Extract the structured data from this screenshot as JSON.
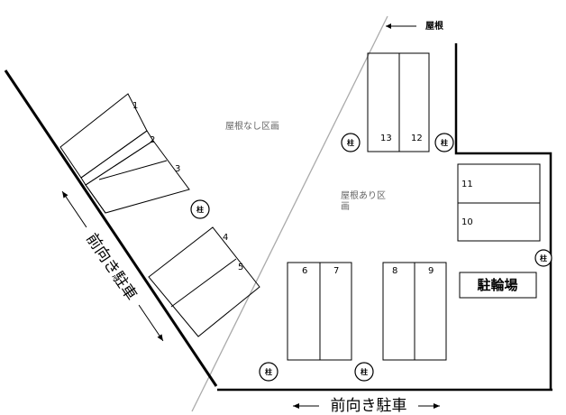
{
  "zones": {
    "roof_label": "屋根",
    "no_roof_line1": "屋根なし区画",
    "roof_line1": "屋根あり区",
    "roof_line2": "画"
  },
  "directions": {
    "front_parking_bottom": "前向き駐車",
    "front_parking_diagonal": "前向き駐車"
  },
  "spaces": [
    "1",
    "2",
    "3",
    "4",
    "5",
    "6",
    "7",
    "8",
    "9",
    "10",
    "11",
    "12",
    "13"
  ],
  "pillar_label": "柱",
  "bicycle_parking": "駐輪場"
}
